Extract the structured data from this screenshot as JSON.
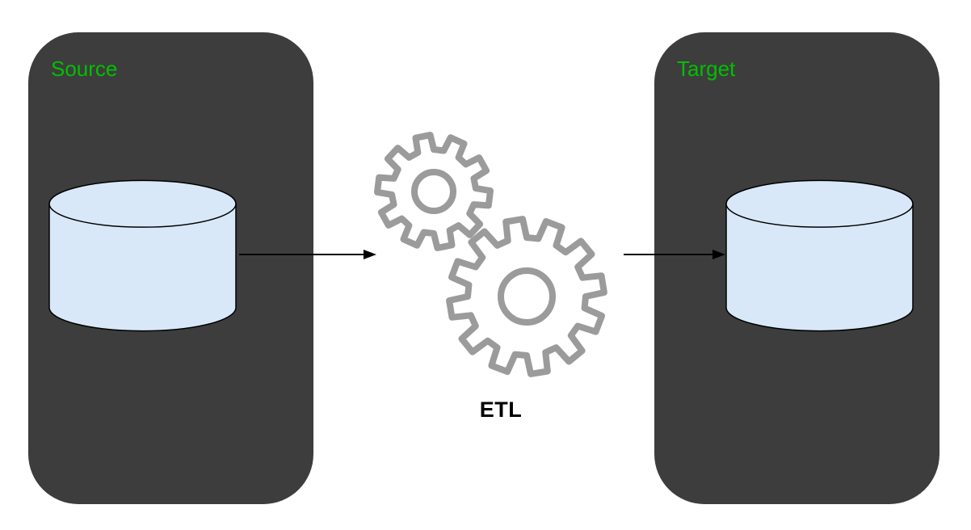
{
  "diagram": {
    "source_label": "Source",
    "target_label": "Target",
    "etl_label": "ETL"
  },
  "icons": {
    "source": "database-cylinder-icon",
    "target": "database-cylinder-icon",
    "etl": "gears-icon",
    "flow": "right-arrow"
  },
  "colors": {
    "background": "#ffffff",
    "panel_fill": "#3d3d3d",
    "label_text": "#00c000",
    "cylinder_fill": "#d9e8f8",
    "cylinder_stroke": "#000000",
    "gear_stroke": "#9b9b9b",
    "gear_fill": "#ffffff",
    "arrow_color": "#000000",
    "etl_text_color": "#000000"
  }
}
